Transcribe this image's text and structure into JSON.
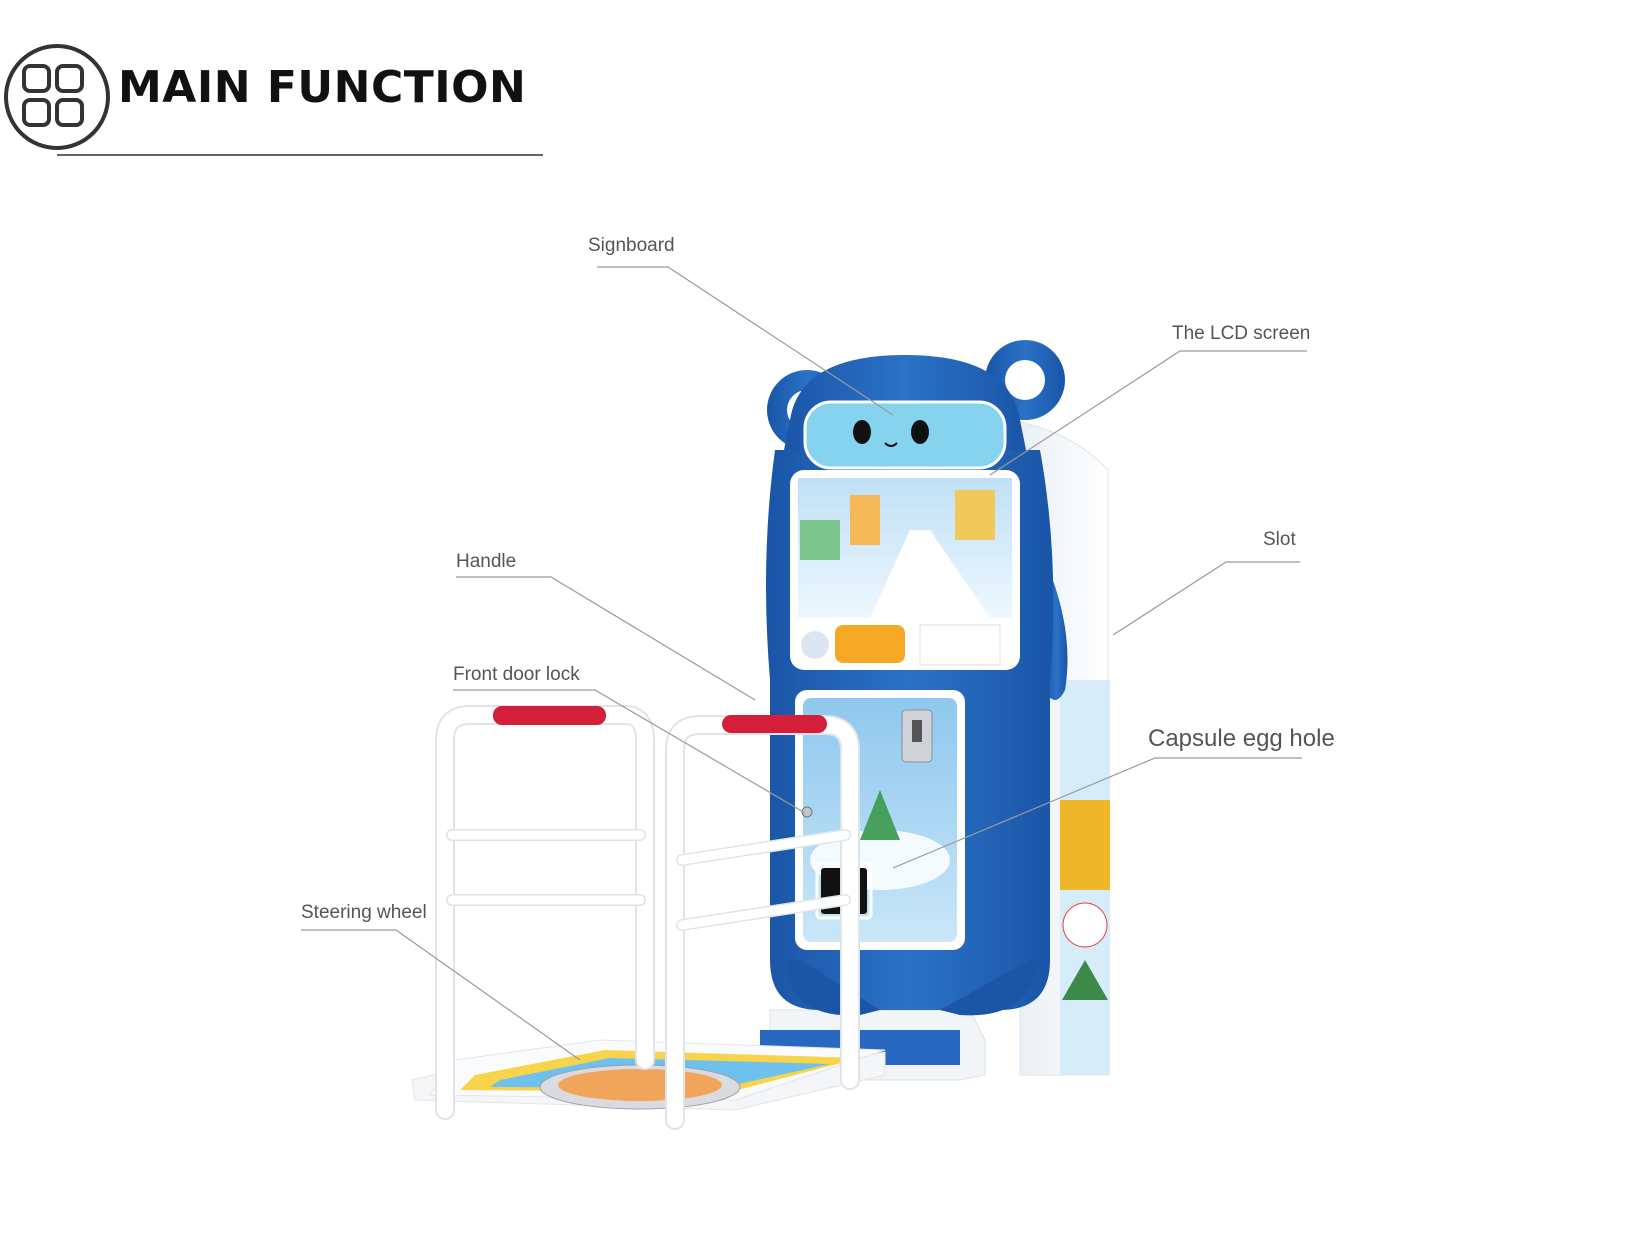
{
  "header": {
    "title": "MAIN FUNCTION",
    "icon": "four-squares-icon"
  },
  "labels": {
    "signboard": "Signboard",
    "lcd_screen": "The LCD screen",
    "handle": "Handle",
    "slot": "Slot",
    "front_door_lock": "Front door lock",
    "capsule_egg_hole": "Capsule egg hole",
    "steering_wheel": "Steering wheel"
  },
  "colors": {
    "cabinet_blue": "#1f63b4",
    "screen_sky": "#cfe8f7",
    "handle_red": "#d41f3a",
    "leader_gray": "#9a9a9a"
  }
}
